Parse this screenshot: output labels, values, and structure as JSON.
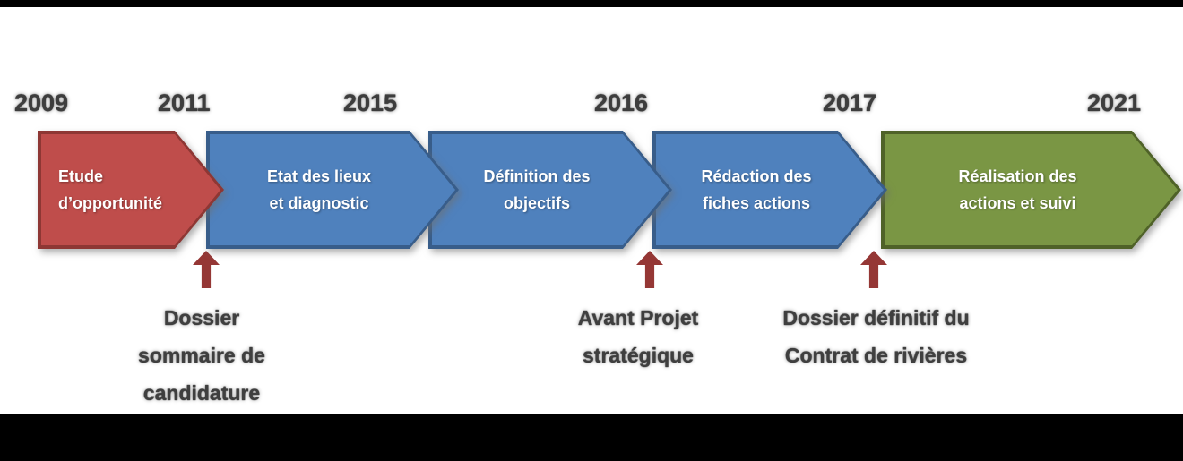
{
  "diagram": {
    "title_hint": "Timeline of a river contract procedure",
    "years": [
      {
        "label": "2009"
      },
      {
        "label": "2011"
      },
      {
        "label": "2015"
      },
      {
        "label": "2016"
      },
      {
        "label": "2017"
      },
      {
        "label": "2021"
      }
    ],
    "stages": [
      {
        "label": "Etude\nd’opportunité",
        "color": "#bf4d4b",
        "border_color": "#8e3734"
      },
      {
        "label": "Etat des lieux\net diagnostic",
        "color": "#4f81bd",
        "border_color": "#385d8a"
      },
      {
        "label": "Définition des\nobjectifs",
        "color": "#4f81bd",
        "border_color": "#385d8a"
      },
      {
        "label": "Rédaction des\nfiches actions",
        "color": "#4f81bd",
        "border_color": "#385d8a"
      },
      {
        "label": "Réalisation des\nactions et suivi",
        "color": "#7a9644",
        "border_color": "#4f6228"
      }
    ],
    "milestones": [
      {
        "label": "Dossier\nsommaire de\ncandidature"
      },
      {
        "label": "Avant Projet\nstratégique"
      },
      {
        "label": "Dossier définitif du\nContrat de rivières"
      }
    ],
    "marker_arrow_color": "#953735"
  }
}
